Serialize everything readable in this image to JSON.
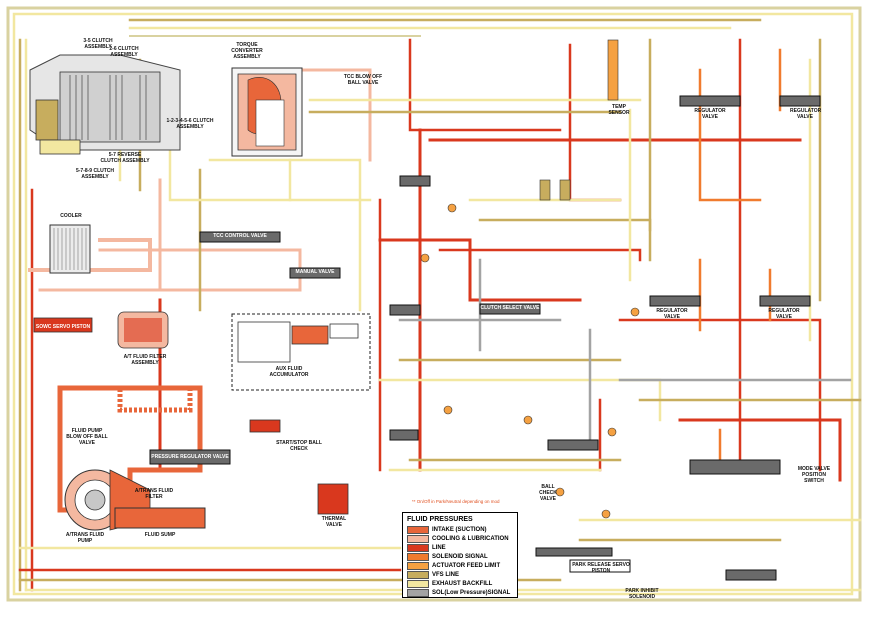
{
  "colors": {
    "intake": "#e8663a",
    "cooling": "#f4b8a0",
    "line": "#d9381e",
    "solenoid": "#f07b2e",
    "actuator": "#f5a142",
    "vfs": "#c7ad5e",
    "exhaust": "#f2e7a0",
    "sol_low": "#a3a3a3"
  },
  "components": {
    "clutch_35": "3-5 CLUTCH ASSEMBLY",
    "clutch_26": "2-6 CLUTCH ASSEMBLY",
    "clutch_123456": "1-2-3-4-5-6 CLUTCH ASSEMBLY",
    "clutch_57rev": "5-7 REVERSE CLUTCH ASSEMBLY",
    "clutch_4567": "5-7-8-9 CLUTCH ASSEMBLY",
    "torque_converter": "TORQUE CONVERTER ASSEMBLY",
    "tcc_blowoff": "TCC BLOW OFF BALL VALVE",
    "cooler": "COOLER",
    "sowc": "SOWC SERVO PISTON",
    "at_filter": "A/T FLUID FILTER ASSEMBLY",
    "pump_blowoff": "FLUID PUMP BLOW OFF BALL VALVE",
    "pressure_reg": "PRESSURE REGULATOR VALVE",
    "at_trans_filter": "A/TRANS FLUID FILTER",
    "at_trans_pump": "A/TRANS FLUID PUMP",
    "sump": "FLUID SUMP",
    "thermal": "THERMAL VALVE",
    "start_stop": "START/STOP BALL CHECK",
    "accumulator": "AUX FLUID ACCUMULATOR",
    "tcc_control": "TCC CONTROL VALVE",
    "clutch_select": "CLUTCH SELECT VALVE",
    "manual_valve": "MANUAL VALVE",
    "regulator": "REGULATOR VALVE",
    "mode_valve": "MODE VALVE POSITION SWITCH",
    "park_servo": "PARK RELEASE SERVO PISTON",
    "park_inhibit": "PARK INHIBIT SOLENOID",
    "temp_sensor": "TEMP SENSOR",
    "ball_check": "BALL CHECK VALVE"
  },
  "note": "** On/Off in Park/Neutral depending on mod",
  "legend": {
    "title": "FLUID PRESSURES",
    "items": [
      {
        "label": "INTAKE (SUCTION)",
        "color": "#e8663a"
      },
      {
        "label": "COOLING & LUBRICATION",
        "color": "#f4b8a0"
      },
      {
        "label": "LINE",
        "color": "#d9381e"
      },
      {
        "label": "SOLENOID SIGNAL",
        "color": "#f07b2e"
      },
      {
        "label": "ACTUATOR FEED LIMIT",
        "color": "#f5a142"
      },
      {
        "label": "VFS LINE",
        "color": "#c7ad5e"
      },
      {
        "label": "EXHAUST BACKFILL",
        "color": "#f2e7a0"
      },
      {
        "label": "SOL(Low Pressure)SIGNAL",
        "color": "#a3a3a3"
      }
    ]
  }
}
